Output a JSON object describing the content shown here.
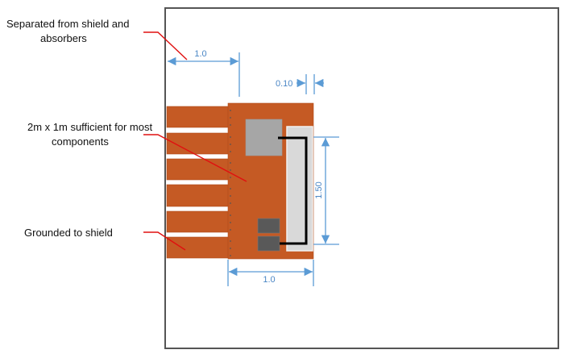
{
  "callouts": [
    {
      "line1": "Separated from shield and",
      "line2": "absorbers"
    },
    {
      "line1": "2m x 1m sufficient for most",
      "line2": "components"
    },
    {
      "line1": "Grounded to shield",
      "line2": ""
    }
  ],
  "dimensions": {
    "top_width": "1.0",
    "gap": "0.10",
    "height": "1.50",
    "bottom_width": "1.0"
  },
  "colors": {
    "board": "#c55a24",
    "dimension": "#5b9bd5",
    "callout_line": "#e01010"
  }
}
